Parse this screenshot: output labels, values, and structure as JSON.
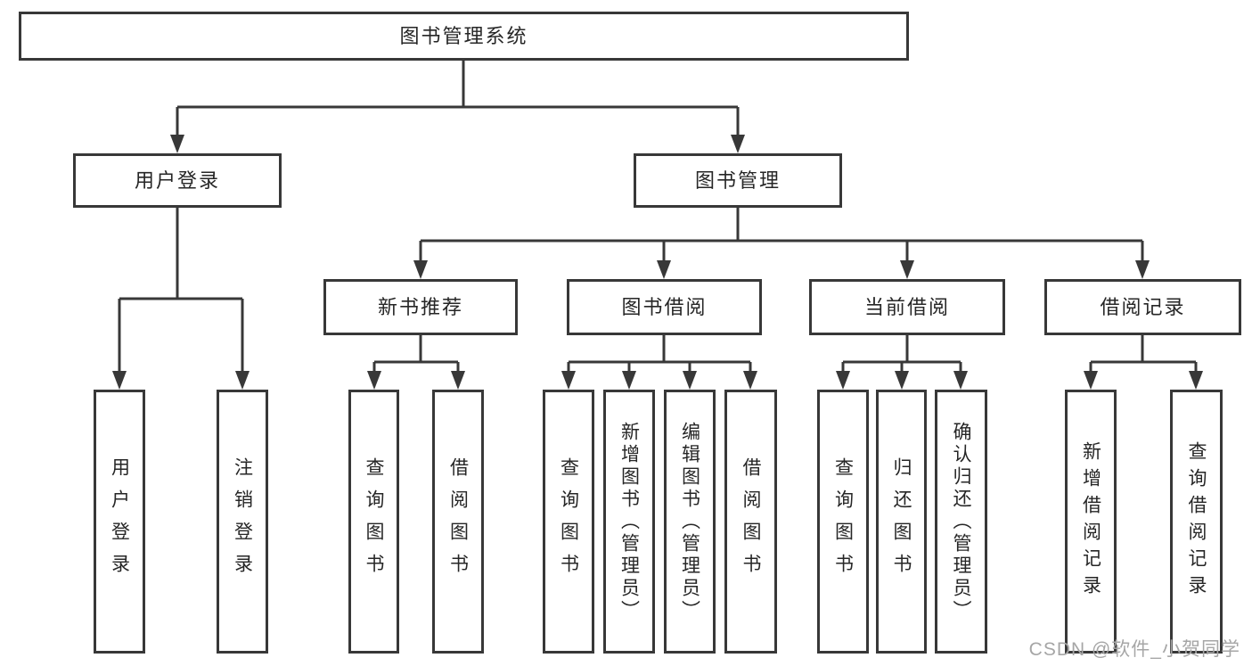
{
  "nodes": {
    "root": {
      "label": "图书管理系统"
    },
    "level2": [
      {
        "label": "用户登录"
      },
      {
        "label": "图书管理"
      }
    ],
    "level3": [
      {
        "label": "新书推荐"
      },
      {
        "label": "图书借阅"
      },
      {
        "label": "当前借阅"
      },
      {
        "label": "借阅记录"
      }
    ],
    "leaves": [
      {
        "label": "用户登录"
      },
      {
        "label": "注销登录"
      },
      {
        "label": "查询图书"
      },
      {
        "label": "借阅图书"
      },
      {
        "label": "查询图书"
      },
      {
        "label": "新增图书（管理员）"
      },
      {
        "label": "编辑图书（管理员）"
      },
      {
        "label": "借阅图书"
      },
      {
        "label": "查询图书"
      },
      {
        "label": "归还图书"
      },
      {
        "label": "确认归还（管理员）"
      },
      {
        "label": "新增借阅记录"
      },
      {
        "label": "查询借阅记录"
      }
    ]
  },
  "watermark": {
    "text": "CSDN @软件_小贺同学"
  },
  "colors": {
    "line": "#383838",
    "box_border": "#383838",
    "text": "#262626",
    "watermark": "#a6a6a6",
    "background": "#ffffff"
  }
}
